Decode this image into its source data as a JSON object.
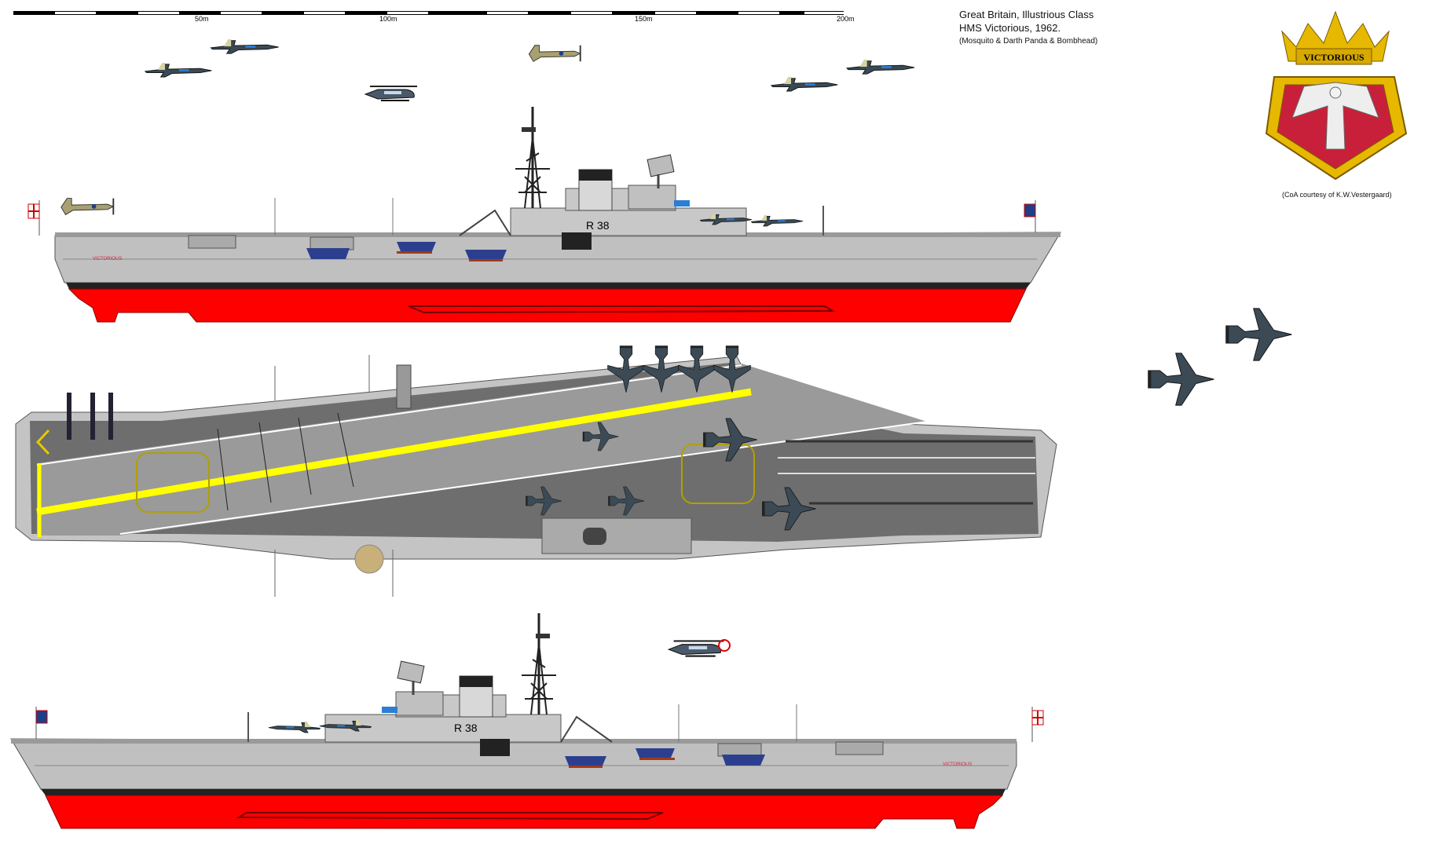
{
  "header": {
    "line1": "Great Britain, Illustrious Class",
    "line2": "HMS Victorious, 1962.",
    "line3": "(Mosquito & Darth Panda & Bombhead)"
  },
  "scale_bar": {
    "labels": [
      "50m",
      "100m",
      "150m",
      "200m"
    ]
  },
  "ship": {
    "hull_number": "R 38",
    "hull_name": "VICTORIOUS"
  },
  "crest": {
    "banner": "VICTORIOUS",
    "credit": "(CoA courtesy of  K.W.Vestergaard)"
  },
  "colors": {
    "hull_gray": "#c0c0c0",
    "deck_gray": "#6e6e6e",
    "runway_gray": "#9a9a9a",
    "antifouling_red": "#ff0000",
    "boot_black": "#222222",
    "deck_yellow": "#ffff00",
    "crest_red": "#c8203a",
    "crest_gold": "#e6b800"
  }
}
